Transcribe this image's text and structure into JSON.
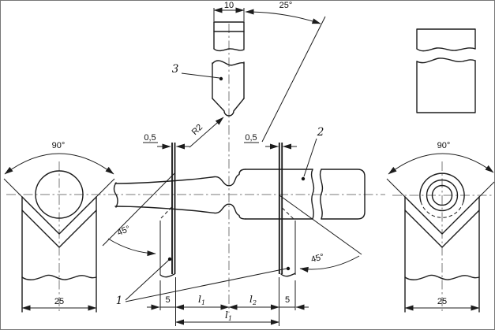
{
  "parts": {
    "support_blade": "1",
    "specimen": "2",
    "striker": "3"
  },
  "striker": {
    "width": "10",
    "taper_angle": "25°",
    "tip_radius": "R2"
  },
  "supports": {
    "thickness_left": "0,5",
    "thickness_right": "0,5",
    "bevel_left": "45°",
    "bevel_right": "45°",
    "width_left": "5",
    "width_right": "5"
  },
  "vblocks": {
    "angle_left": "90°",
    "angle_right": "90°",
    "width_left": "25",
    "width_right": "25"
  },
  "spans": {
    "symbol": "l",
    "left_sub": "1",
    "right_sub": "2",
    "overall_sub": "1"
  }
}
